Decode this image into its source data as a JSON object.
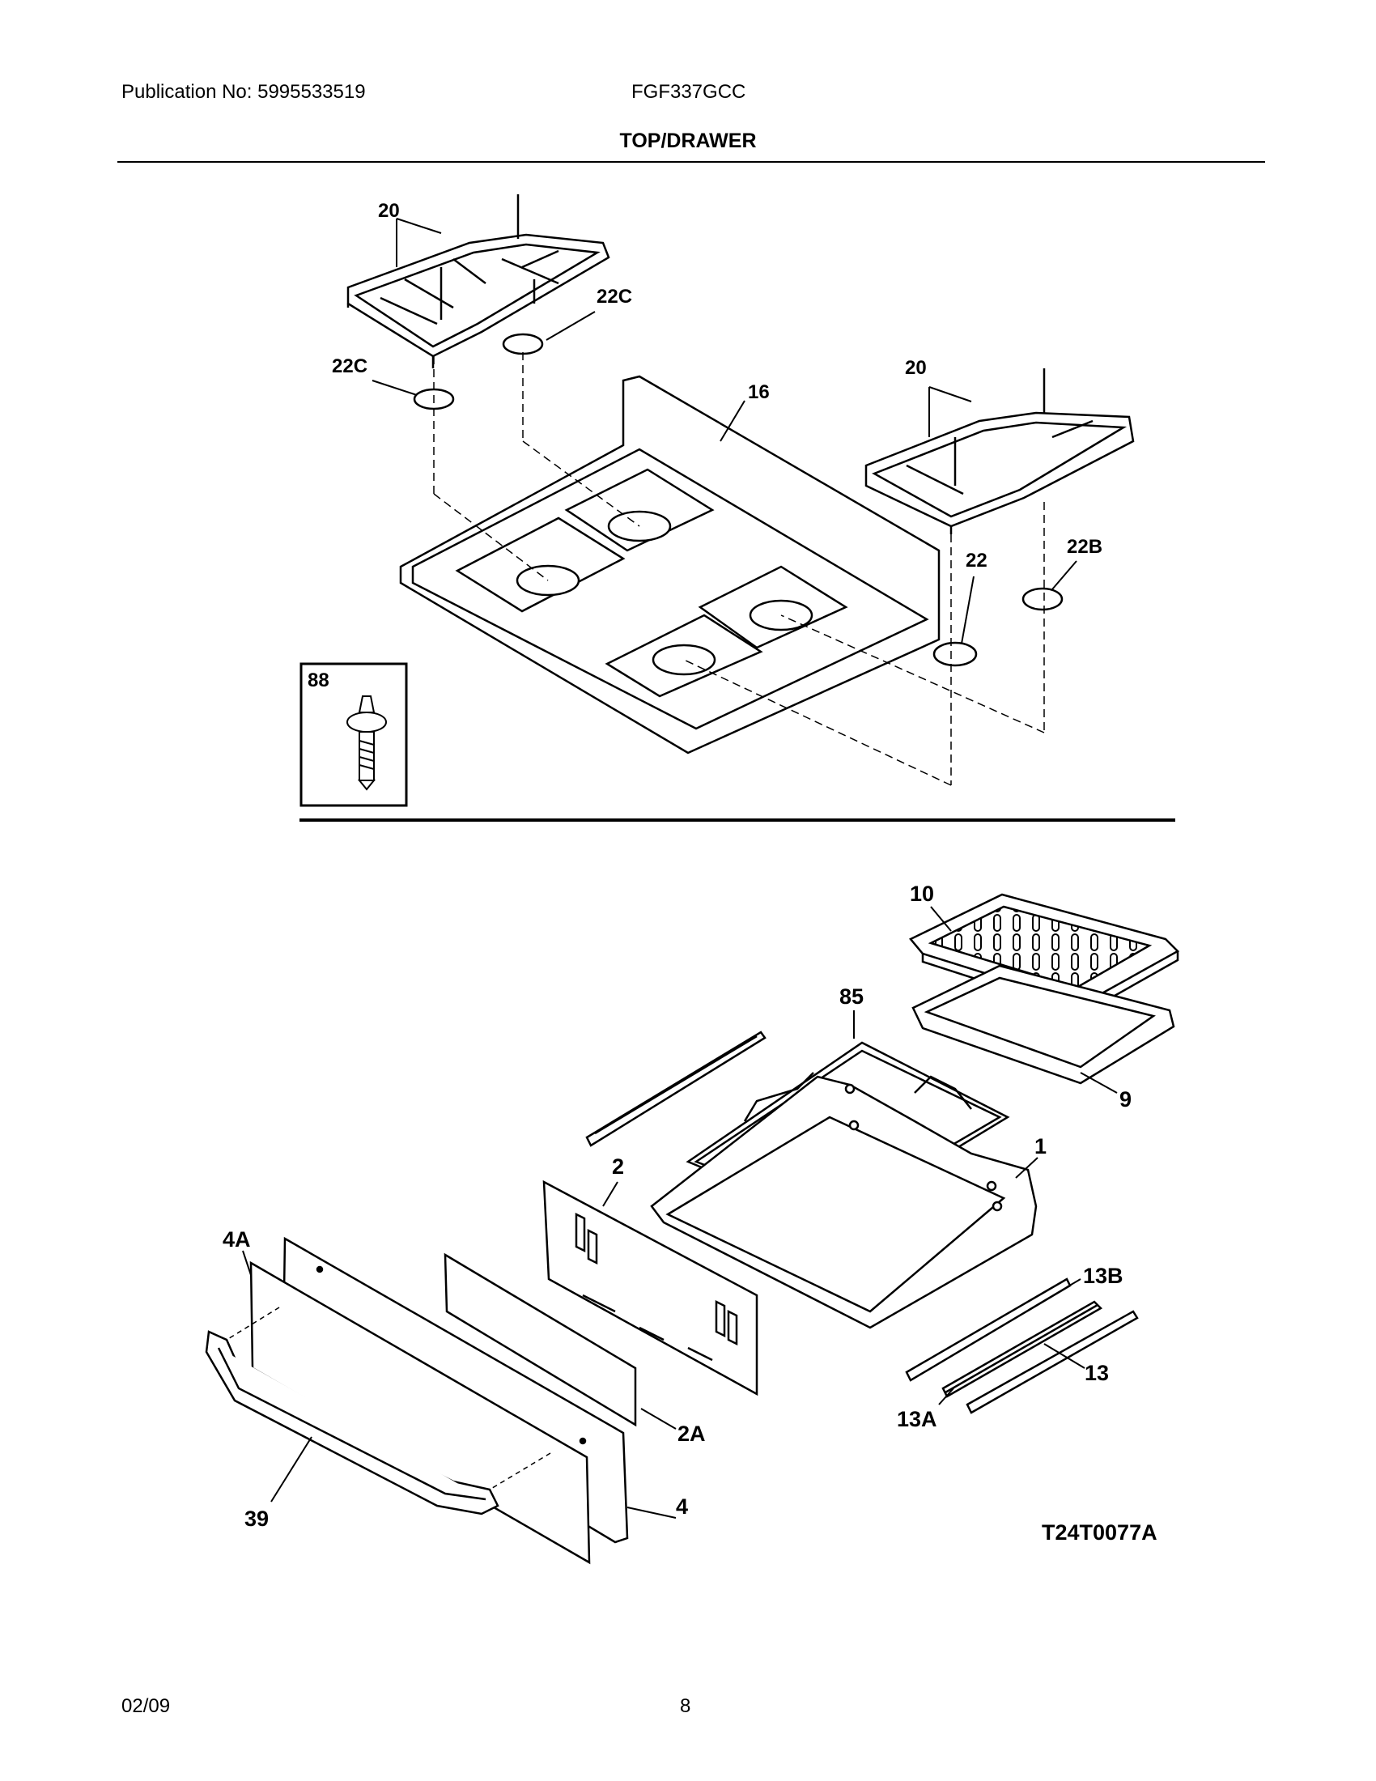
{
  "header": {
    "publication": "Publication No: 5995533519",
    "model": "FGF337GCC",
    "section_title": "TOP/DRAWER"
  },
  "callouts": {
    "c20a": "20",
    "c22c_top": "22C",
    "c22c_left": "22C",
    "c16": "16",
    "c20b": "20",
    "c22": "22",
    "c22b": "22B",
    "c88": "88",
    "c10": "10",
    "c85": "85",
    "c9": "9",
    "c2": "2",
    "c1": "1",
    "c4a": "4A",
    "c13b": "13B",
    "c13": "13",
    "c2a": "2A",
    "c13a": "13A",
    "c4": "4",
    "c39": "39"
  },
  "diagram_code": "T24T0077A",
  "footer": {
    "date": "02/09",
    "page": "8"
  }
}
